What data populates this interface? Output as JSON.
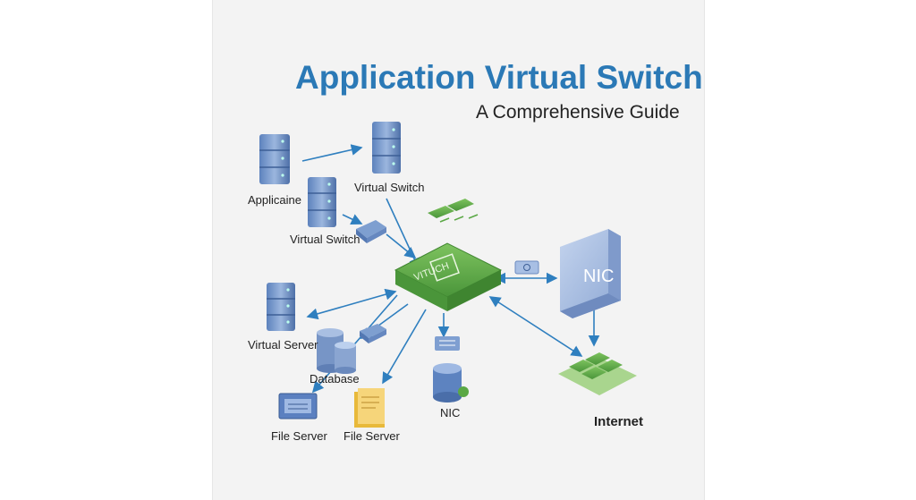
{
  "header": {
    "title": "Application Virtual Switch",
    "subtitle": "A Comprehensive Guide"
  },
  "diagram": {
    "center": {
      "label": "VITUCH",
      "icon": "virtual-switch-icon"
    },
    "nodes": [
      {
        "id": "applicaine",
        "label": "Applicaine",
        "icon": "server-rack-icon"
      },
      {
        "id": "virtual-switch-top",
        "label": "Virtual Switch",
        "icon": "server-rack-icon"
      },
      {
        "id": "virtual-switch-mid",
        "label": "Virtual Switch",
        "icon": "server-rack-icon"
      },
      {
        "id": "virtual-server",
        "label": "Virtual Server",
        "icon": "server-rack-icon"
      },
      {
        "id": "database",
        "label": "Database",
        "icon": "database-icon"
      },
      {
        "id": "file-server-1",
        "label": "File Server",
        "icon": "file-server-icon"
      },
      {
        "id": "file-server-2",
        "label": "File Server",
        "icon": "folder-icon"
      },
      {
        "id": "nic-bottom",
        "label": "NIC",
        "icon": "database-icon"
      },
      {
        "id": "nic-right",
        "label": "NIC",
        "icon": "nic-card-icon"
      },
      {
        "id": "internet",
        "label": "Internet",
        "icon": "network-grid-icon"
      }
    ]
  },
  "colors": {
    "title": "#2b79b6",
    "arrow": "#2f7fbf",
    "switch_green": "#5aa845",
    "server_blue": "#6f93c9"
  }
}
